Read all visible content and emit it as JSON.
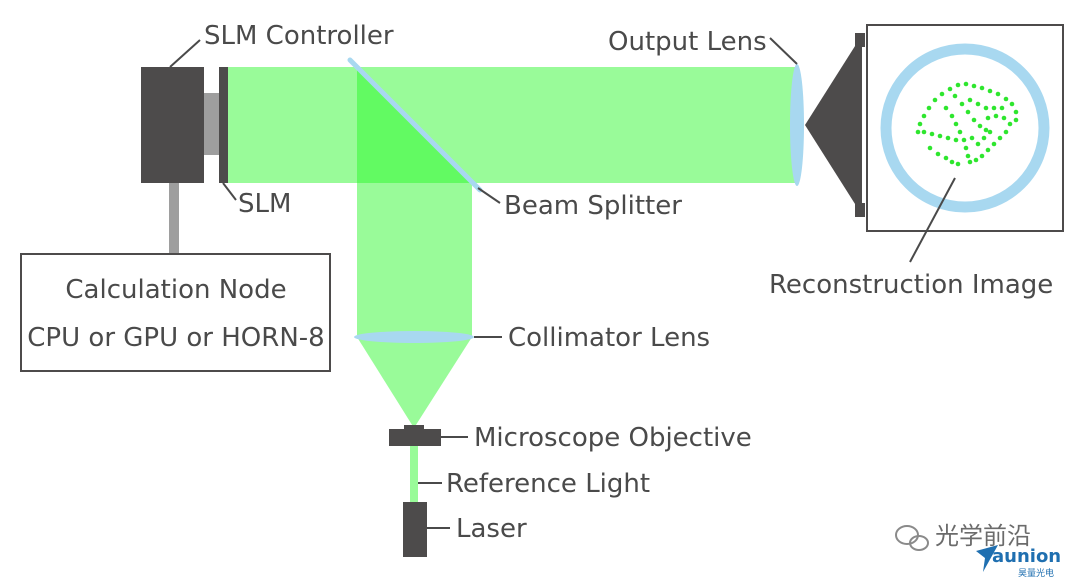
{
  "labels": {
    "slm_controller": "SLM Controller",
    "slm": "SLM",
    "output_lens": "Output Lens",
    "beam_splitter": "Beam Splitter",
    "reconstruction_image": "Reconstruction Image",
    "calculation_node": "Calculation Node",
    "calculation_options": "CPU or GPU or HORN-8",
    "collimator_lens": "Collimator Lens",
    "microscope_objective": "Microscope Objective",
    "reference_light": "Reference Light",
    "laser": "Laser"
  },
  "watermark": {
    "channel": "光学前沿",
    "brand": "aunion",
    "brand_sub": "昊量光电"
  },
  "colors": {
    "beam": "#99fb99",
    "beam_overlap": "#62fa62",
    "lens": "#a8d8f0",
    "device": "#4d4b4b",
    "connector": "#9e9e9e",
    "text": "#4a4a4a",
    "dots": "#2ee62e"
  }
}
